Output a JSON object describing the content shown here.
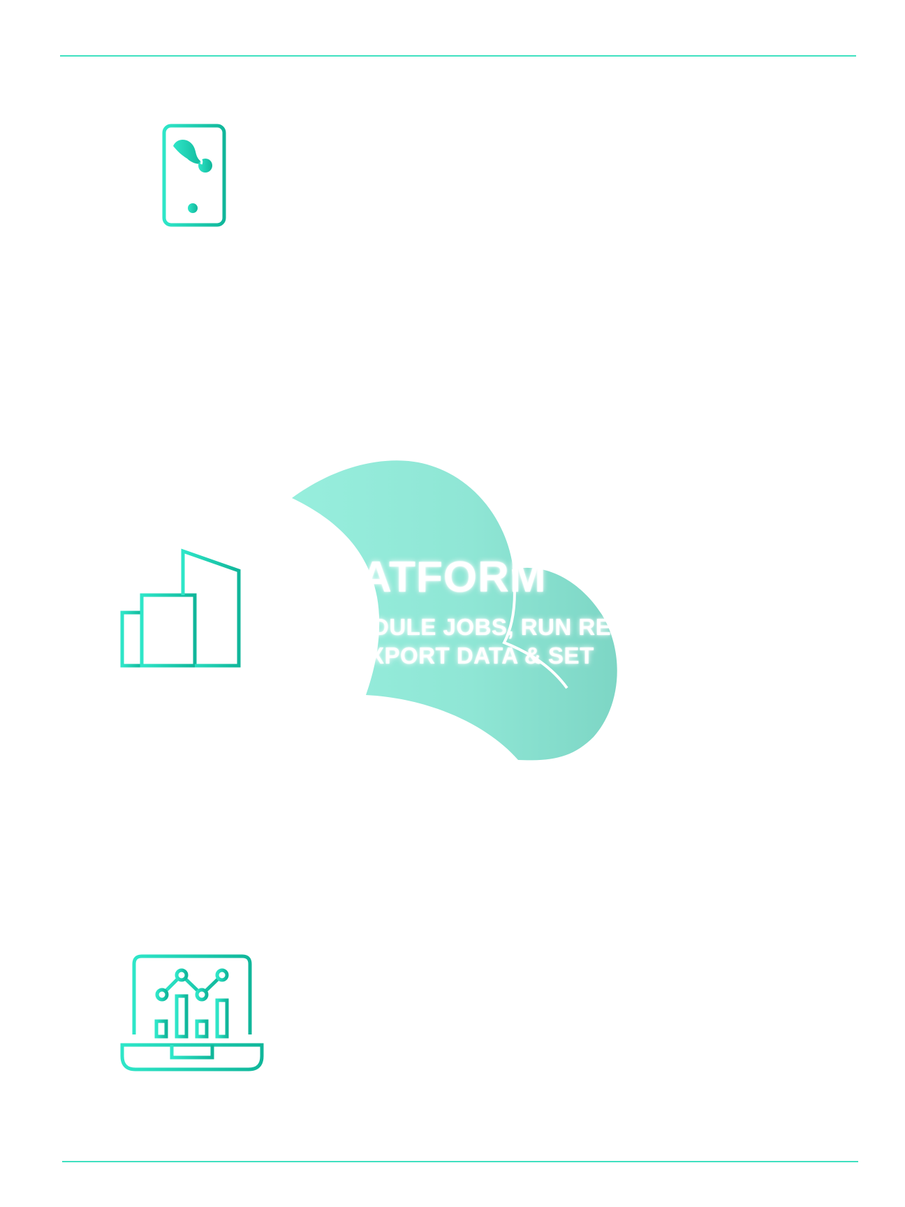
{
  "colors": {
    "accent": "#3fe0c0",
    "icon_gradient_start": "#2ee6c8",
    "icon_gradient_end": "#10b69a",
    "blob_light": "#93ebdb",
    "blob_dark": "#7fd8c6",
    "text_on_blob": "#ffffff"
  },
  "icons": [
    {
      "name": "smartphone-logo-icon"
    },
    {
      "name": "office-building-icon"
    },
    {
      "name": "laptop-analytics-icon"
    }
  ],
  "hero": {
    "headline": "ATFORM",
    "subline_1": "DULE JOBS, RUN RE",
    "subline_2": "XPORT DATA & SET"
  }
}
